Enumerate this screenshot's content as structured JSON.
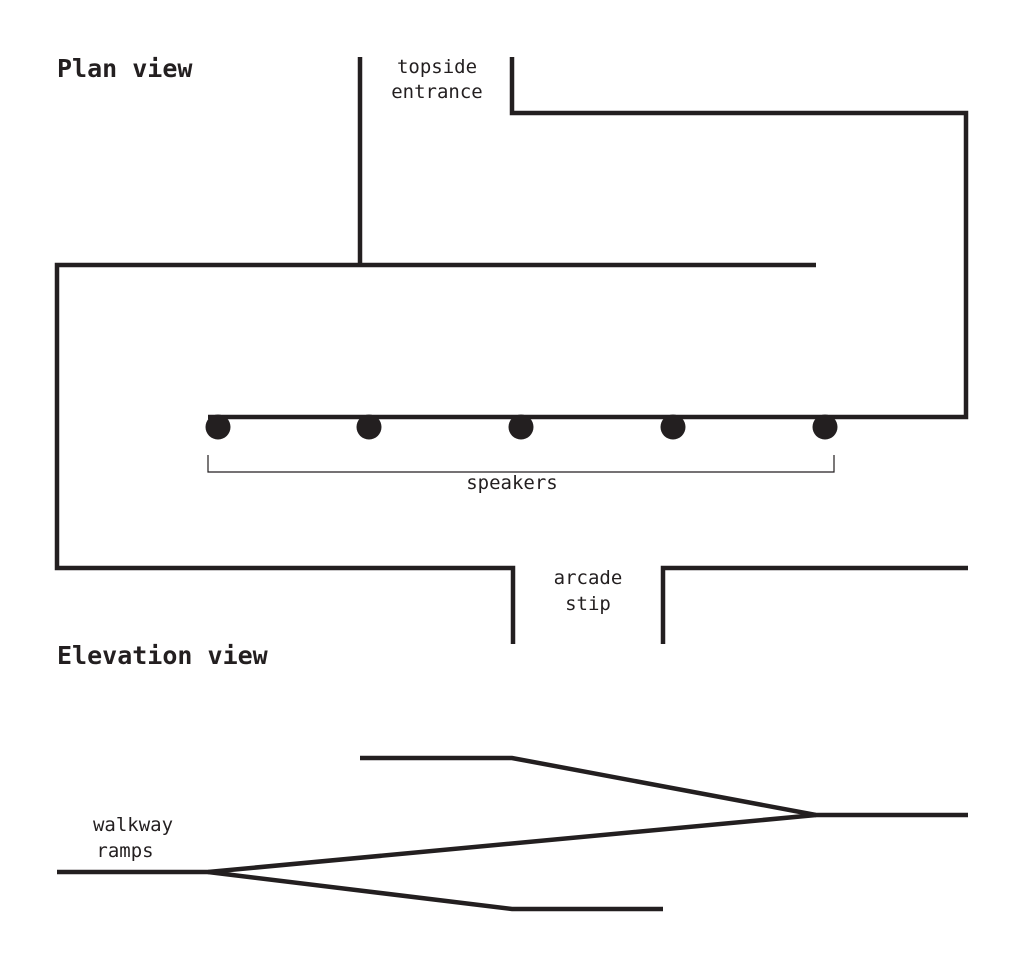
{
  "plan": {
    "heading": "Plan view",
    "topside_label": [
      "topside",
      "entrance"
    ],
    "speakers_label": "speakers",
    "speaker_count": 5,
    "arcade_label": [
      "arcade",
      "stip"
    ]
  },
  "elevation": {
    "heading": "Elevation view",
    "ramps_label": [
      "walkway",
      "ramps"
    ]
  },
  "colors": {
    "ink": "#231f20",
    "background": "#ffffff"
  }
}
